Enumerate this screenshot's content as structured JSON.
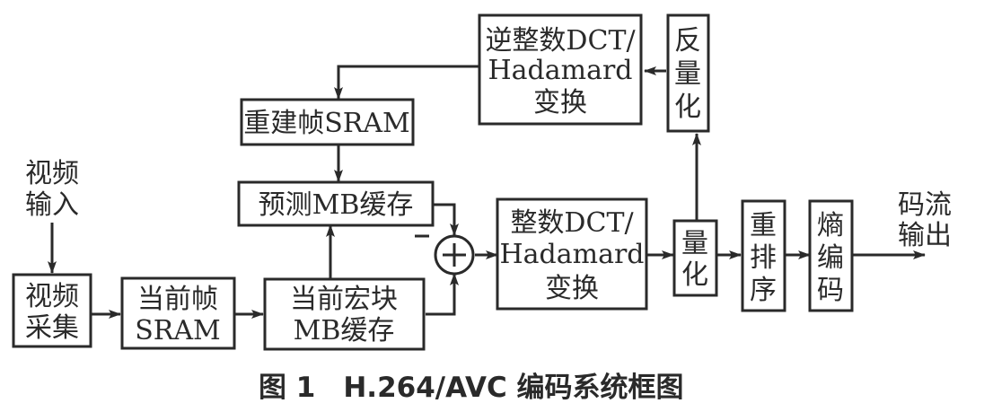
{
  "diagram": {
    "title": "H.264/AVC encoding system block diagram",
    "nodes": {
      "video_capture": [
        "视频",
        "采集"
      ],
      "current_frame_sram": [
        "当前帧",
        "SRAM"
      ],
      "current_mb_buffer": [
        "当前宏块",
        "MB缓存"
      ],
      "predicted_mb_buffer": "预测MB缓存",
      "reconstructed_frame_sram": "重建帧SRAM",
      "inverse_dct": [
        "逆整数DCT/",
        "Hadamard",
        "变换"
      ],
      "inverse_quant": [
        "反",
        "量",
        "化"
      ],
      "forward_dct": [
        "整数DCT/",
        "Hadamard",
        "变换"
      ],
      "quantization": [
        "量",
        "化"
      ],
      "reorder": [
        "重",
        "排",
        "序"
      ],
      "entropy_coding": [
        "熵",
        "编",
        "码"
      ]
    },
    "labels": {
      "video_input": [
        "视频",
        "输入"
      ],
      "bitstream_output": [
        "码流",
        "输出"
      ],
      "minus_sign": "−",
      "summer_symbol": "+"
    },
    "edges": [
      {
        "from": "video_input",
        "to": "video_capture"
      },
      {
        "from": "video_capture",
        "to": "current_frame_sram"
      },
      {
        "from": "current_frame_sram",
        "to": "current_mb_buffer"
      },
      {
        "from": "current_mb_buffer",
        "to": "predicted_mb_buffer"
      },
      {
        "from": "current_mb_buffer",
        "to": "summer"
      },
      {
        "from": "predicted_mb_buffer",
        "to": "summer",
        "sign": "-"
      },
      {
        "from": "summer",
        "to": "forward_dct"
      },
      {
        "from": "forward_dct",
        "to": "quantization"
      },
      {
        "from": "quantization",
        "to": "reorder"
      },
      {
        "from": "reorder",
        "to": "entropy_coding"
      },
      {
        "from": "entropy_coding",
        "to": "bitstream_output"
      },
      {
        "from": "quantization",
        "to": "inverse_quant"
      },
      {
        "from": "inverse_quant",
        "to": "inverse_dct"
      },
      {
        "from": "inverse_dct",
        "to": "reconstructed_frame_sram"
      },
      {
        "from": "reconstructed_frame_sram",
        "to": "predicted_mb_buffer"
      }
    ]
  },
  "caption": "图 1　H.264/AVC 编码系统框图"
}
